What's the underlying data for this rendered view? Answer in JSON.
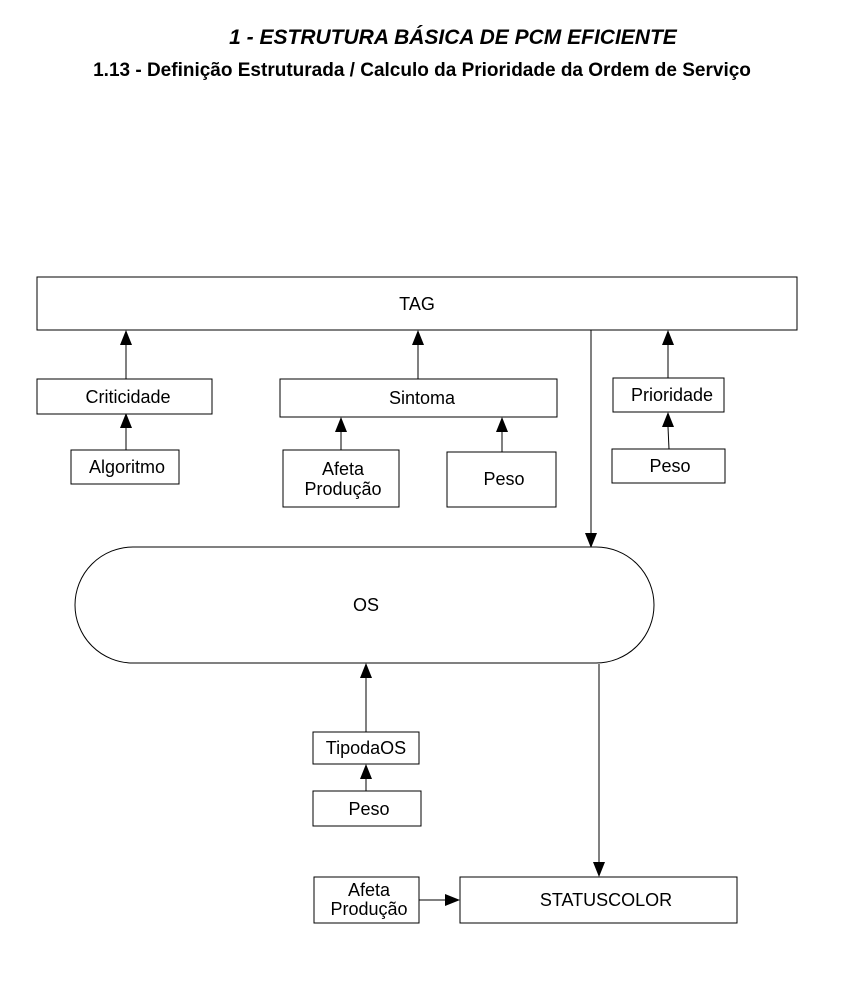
{
  "header": {
    "title": "1 - ESTRUTURA BÁSICA DE PCM EFICIENTE",
    "subtitle": "1.13 - Definição Estruturada / Calculo da Prioridade da Ordem de Serviço"
  },
  "nodes": {
    "tag": "TAG",
    "criticidade": "Criticidade",
    "algoritmo": "Algoritmo",
    "sintoma": "Sintoma",
    "afeta_producao_1": [
      "Afeta",
      "Produção"
    ],
    "peso_sintoma": "Peso",
    "prioridade": "Prioridade",
    "peso_prioridade": "Peso",
    "os": "OS",
    "tipo_da_os": "TipodaOS",
    "peso_tipo": "Peso",
    "afeta_producao_2": [
      "Afeta",
      "Produção"
    ],
    "statuscolor": "STATUSCOLOR"
  }
}
